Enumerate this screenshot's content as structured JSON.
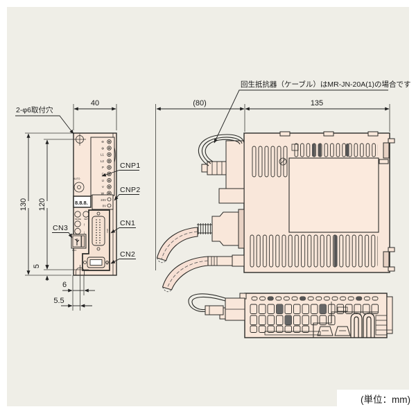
{
  "notes": {
    "regen": "回生抵抗器（ケーブル）はMR-JN-20A(1)の場合です",
    "unit": "(単位：mm)",
    "mount": "2-φ6取付穴"
  },
  "dims": {
    "w40": "40",
    "d80": "(80)",
    "d135": "135",
    "h130": "130",
    "p120": "120",
    "o5": "5",
    "s6": "6",
    "s55": "5.5"
  },
  "labels": {
    "cnp1": "CNP1",
    "cnp2": "CNP2",
    "cn1": "CN1",
    "cn2": "CN2",
    "cn3": "CN3"
  },
  "panel": {
    "auto": "AUTO",
    "display": "8.8.8.",
    "terminals": [
      "⊖",
      "⊕",
      "L1",
      "L2",
      "P",
      "C",
      "U",
      "V",
      "W"
    ],
    "power_24v": "24V",
    "power_0v": "0V",
    "btn_mode": "MODE",
    "btn_set": "SET",
    "arrow_up": "↑",
    "arrow_down": "↓",
    "tag_cnp2": "CNP2",
    "tag_cn1": "CN1",
    "tag_cn2": "CN2",
    "tag_cn3": "CN3"
  }
}
